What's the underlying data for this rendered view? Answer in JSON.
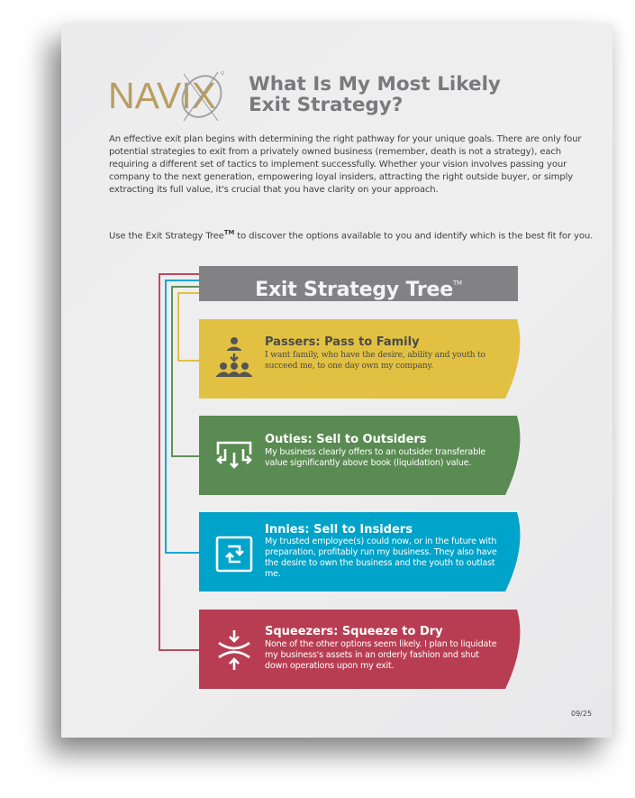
{
  "logo": {
    "text": "NAVIX",
    "color": "#b79f62"
  },
  "title": "What Is My Most Likely Exit Strategy?",
  "intro_paragraph": "An effective exit plan begins with determining the right pathway for your unique goals. There are only four potential strategies to exit from a privately owned business (remember, death is not a strategy), each requiring a different set of tactics to implement successfully. Whether your vision involves passing your company to the next generation, empowering loyal insiders, attracting the right outside buyer, or simply extracting its full value, it's crucial that you have clarity on your approach.",
  "usage_paragraph": {
    "before": "Use the Exit Strategy Tree",
    "tm": "TM",
    "after": " to discover the options available to you and identify which is the best fit for you."
  },
  "tree": {
    "header": "Exit Strategy Tree",
    "header_tm": "TM",
    "header_color": "#828284",
    "strategies": [
      {
        "title": "Passers: Pass to Family",
        "description": "I want family, who have the desire, ability and youth to succeed me, to one day own my company.",
        "color": "#e2c142",
        "text_color": "#4a4a4a",
        "icon": "family-succession-icon"
      },
      {
        "title": "Outies: Sell to Outsiders",
        "description": "My business clearly offers to an outsider transferable value significantly above book (liquidation) value.",
        "color": "#5a8b52",
        "text_color": "#ffffff",
        "icon": "split-arrows-icon"
      },
      {
        "title": "Innies: Sell to Insiders",
        "description": "My trusted employee(s) could now, or in the future with preparation, profitably run my business. They also have the desire to own the business and the youth to outlast me.",
        "color": "#00a3c9",
        "text_color": "#ffffff",
        "icon": "exchange-arrows-icon"
      },
      {
        "title": "Squeezers: Squeeze to Dry",
        "description": "None of the other options seem likely. I plan to liquidate my business's assets in an orderly fashion and shut down operations upon my exit.",
        "color": "#b83d52",
        "text_color": "#ffffff",
        "icon": "compress-arrows-icon"
      }
    ]
  },
  "page_number": "09/25"
}
